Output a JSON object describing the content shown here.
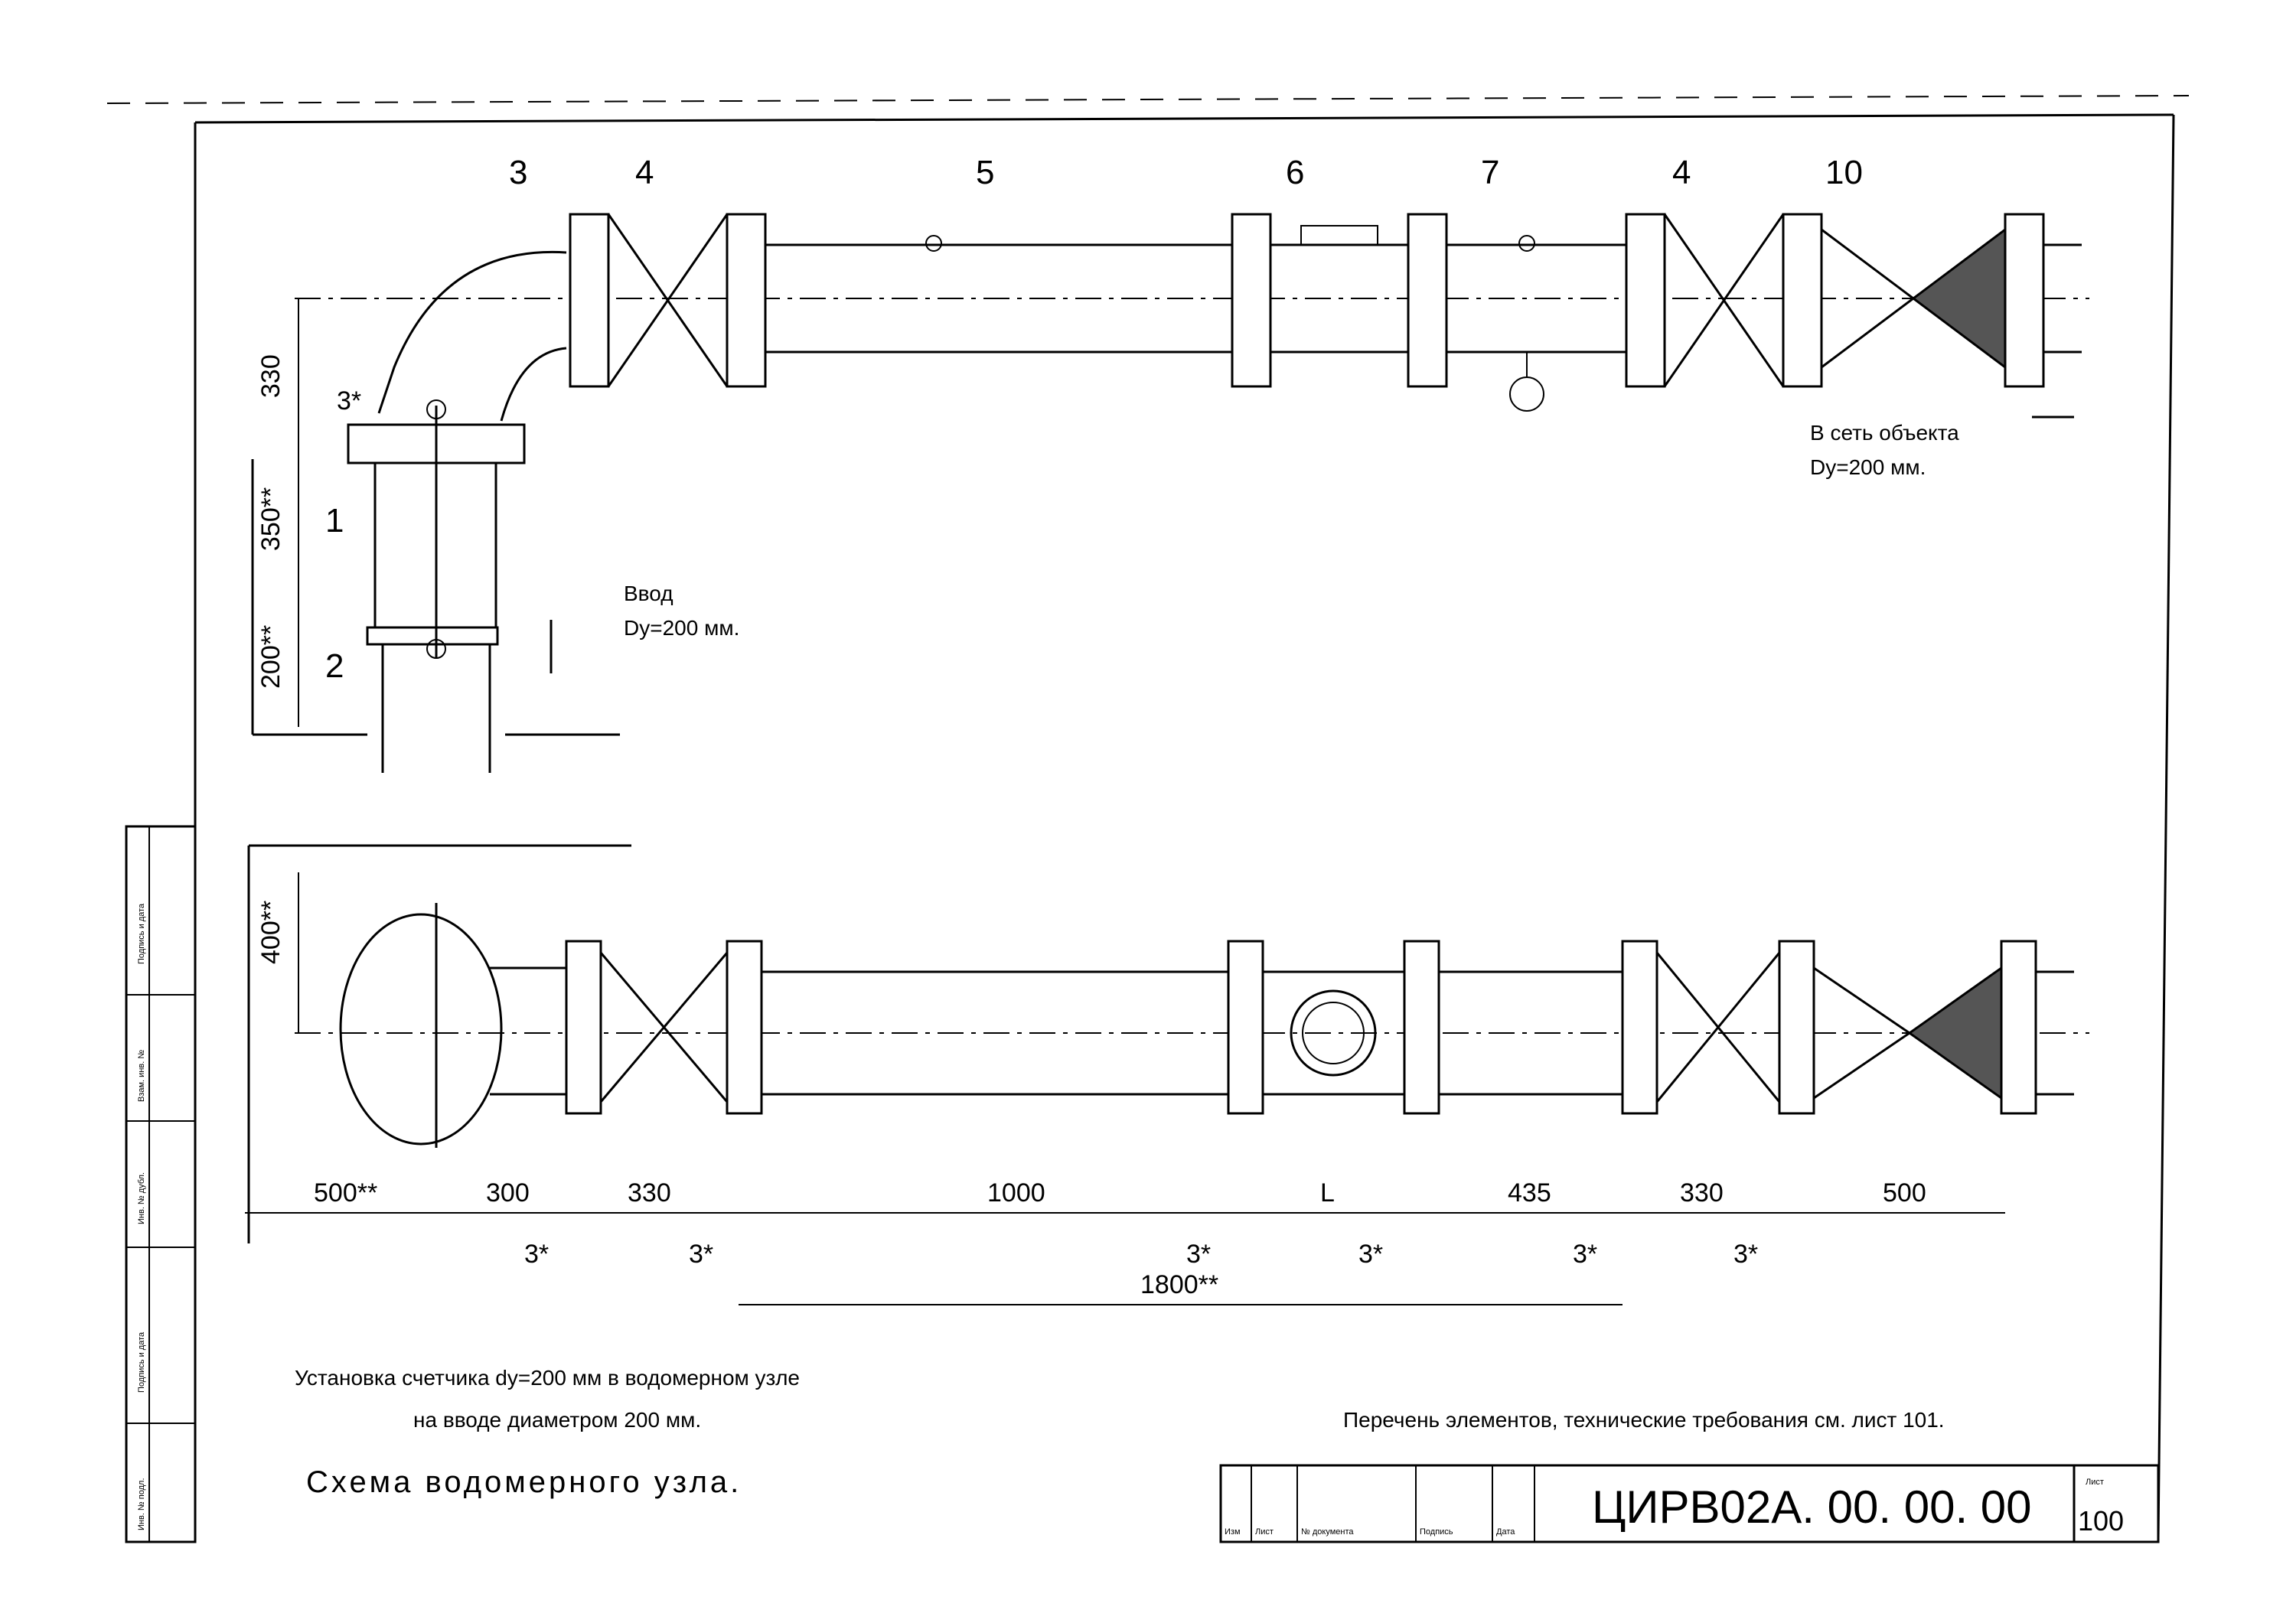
{
  "drawing": {
    "title": "Схема водомерного узла.",
    "caption_line1": "Установка счетчика dy=200 мм в водомерном узле",
    "caption_line2": "на вводе диаметром 200 мм.",
    "note": "Перечень элементов, технические требования см. лист 101.",
    "inlet_label": "Ввод",
    "inlet_dn": "Dy=200 мм.",
    "outlet_label": "В сеть объекта",
    "outlet_dn": "Dy=200 мм."
  },
  "callouts": [
    "3",
    "4",
    "5",
    "6",
    "7",
    "4",
    "10",
    "1",
    "2"
  ],
  "dimensions": {
    "vertical_top": [
      "330",
      "350**",
      "200**"
    ],
    "vertical_bottom": "400**",
    "horizontal": [
      "500**",
      "300",
      "330",
      "1000",
      "L",
      "435",
      "330",
      "500"
    ],
    "overall": "1800**",
    "gap_mark": "3*",
    "angle_mark": "3*"
  },
  "title_block": {
    "code": "ЦИРВ02А. 00. 00. 00",
    "sheet_label": "Лист",
    "sheet_number": "100",
    "columns": [
      "Изм",
      "Лист",
      "№ документа",
      "Подпись",
      "Дата"
    ]
  },
  "side_stamps": [
    "Подпись и дата",
    "Взам. инв. №",
    "Инв. № дубл.",
    "Подпись и дата",
    "Инв. № подл."
  ]
}
